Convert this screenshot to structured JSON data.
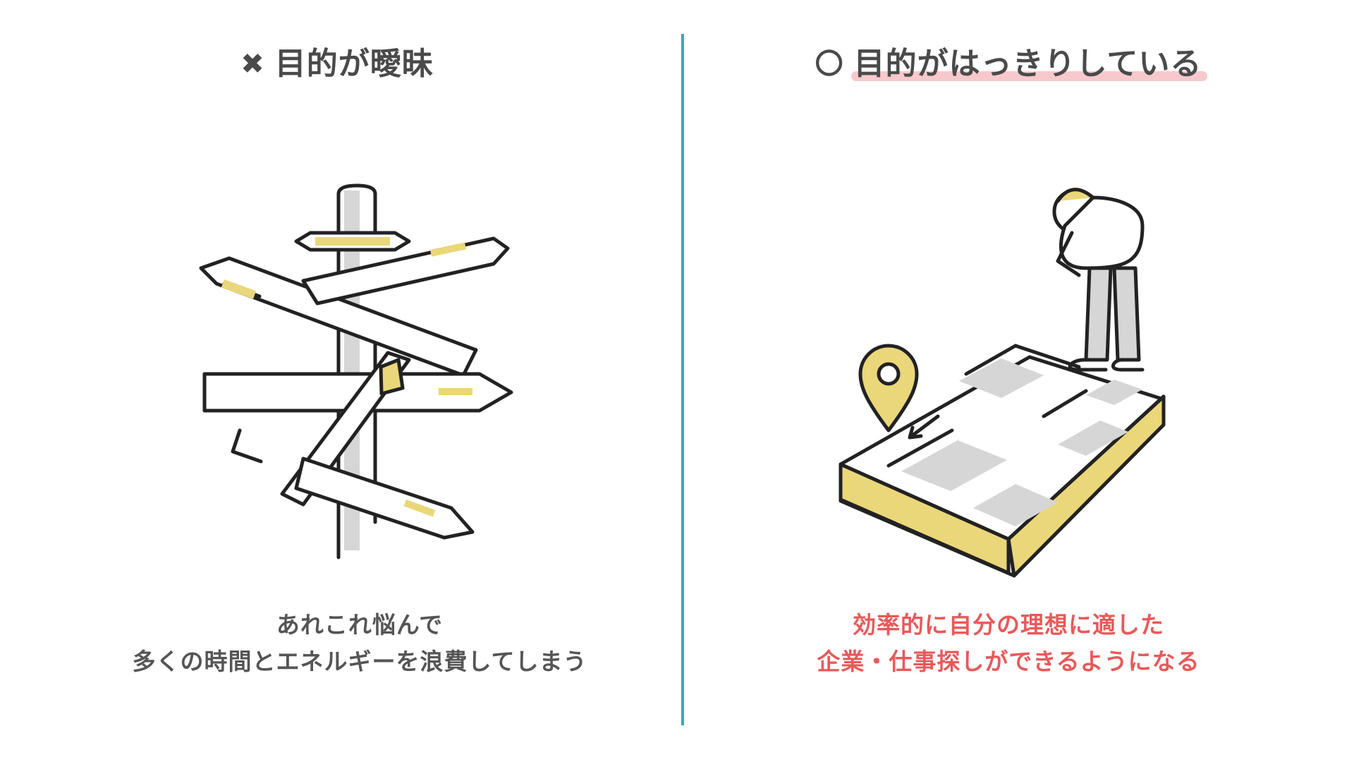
{
  "left": {
    "mark": "✖",
    "title": "目的が曖昧",
    "caption_line1": "あれこれ悩んで",
    "caption_line2": "多くの時間とエネルギーを浪費してしまう",
    "illustration_icon": "signpost-icon"
  },
  "right": {
    "mark": "〇",
    "title": "目的がはっきりしている",
    "caption_line1": "効率的に自分の理想に適した",
    "caption_line2": "企業・仕事探しができるようになる",
    "illustration_icon": "map-person-icon"
  },
  "colors": {
    "divider": "#3aa8b5",
    "highlight": "#f7c9cc",
    "accent_yellow": "#ead77a",
    "accent_red": "#e8595a",
    "text": "#4a4a4a"
  }
}
